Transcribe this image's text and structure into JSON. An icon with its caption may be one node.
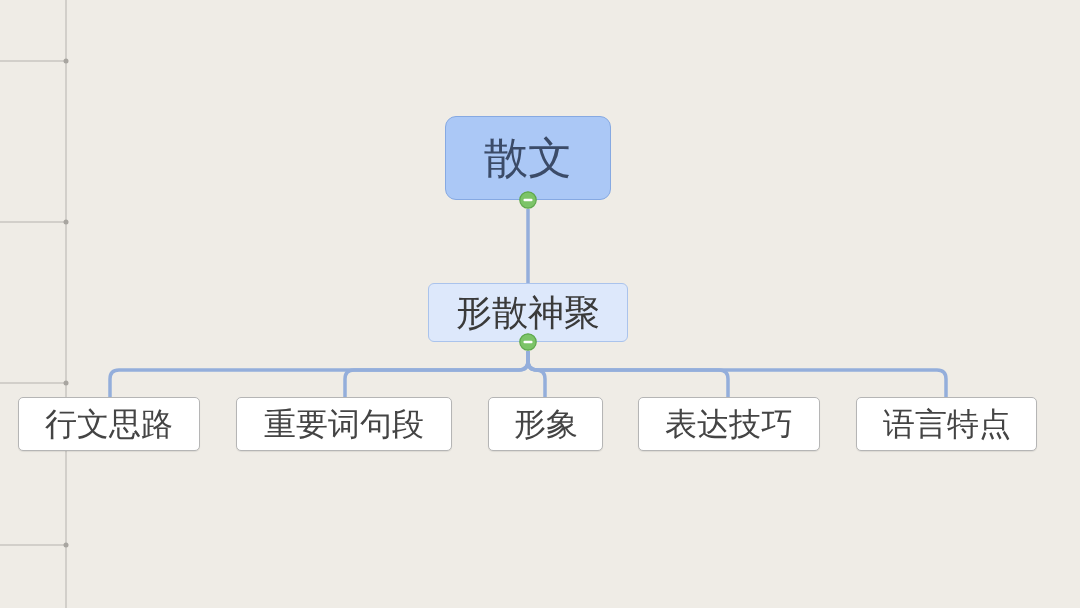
{
  "diagram": {
    "nodes": [
      {
        "text": [
          "散文"
        ]
      },
      {
        "text": [
          "形散神聚"
        ]
      },
      {
        "text": [
          "行文思路"
        ]
      },
      {
        "text": [
          "重要词句段"
        ]
      },
      {
        "text": [
          "形象"
        ]
      },
      {
        "text": [
          "表达技巧"
        ]
      },
      {
        "text": [
          "语言特点"
        ]
      }
    ],
    "edges": [
      {
        "from": 0,
        "to": 1,
        "arrow": "none"
      },
      {
        "from": 1,
        "to": 2,
        "arrow": "none"
      },
      {
        "from": 1,
        "to": 3,
        "arrow": "none"
      },
      {
        "from": 1,
        "to": 4,
        "arrow": "none"
      },
      {
        "from": 1,
        "to": 5,
        "arrow": "none"
      },
      {
        "from": 1,
        "to": 6,
        "arrow": "none"
      }
    ]
  }
}
